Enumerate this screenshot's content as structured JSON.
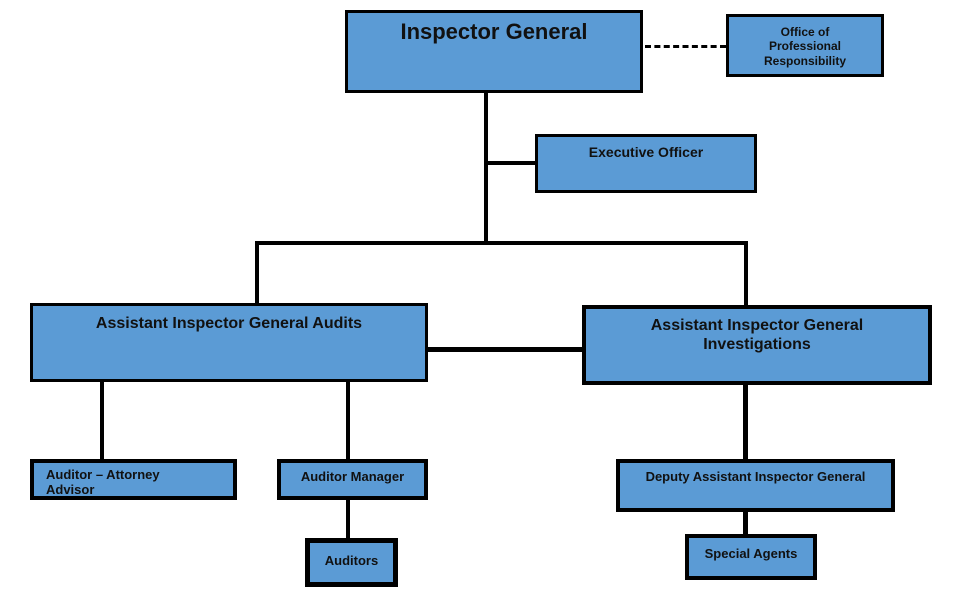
{
  "diagram": {
    "type": "org-chart",
    "colors": {
      "box_fill": "#5b9bd5",
      "box_border": "#000000",
      "connector": "#000000",
      "background": "#ffffff",
      "text": "#111111"
    },
    "nodes": {
      "inspector_general": {
        "label": "Inspector General"
      },
      "office_professional_responsibility": {
        "label": "Office of\nProfessional\nResponsibility"
      },
      "executive_officer": {
        "label": "Executive Officer"
      },
      "aig_audits": {
        "label": "Assistant Inspector General Audits"
      },
      "aig_investigations": {
        "label": "Assistant Inspector General\nInvestigations"
      },
      "auditor_attorney_advisor": {
        "label": "Auditor – Attorney\nAdvisor"
      },
      "auditor_manager": {
        "label": "Auditor Manager"
      },
      "auditors": {
        "label": "Auditors"
      },
      "deputy_aig": {
        "label": "Deputy Assistant Inspector General"
      },
      "special_agents": {
        "label": "Special Agents"
      }
    },
    "edges": [
      {
        "from": "inspector_general",
        "to": "office_professional_responsibility",
        "style": "dashed"
      },
      {
        "from": "inspector_general",
        "to": "executive_officer",
        "style": "solid"
      },
      {
        "from": "inspector_general",
        "to": "aig_audits",
        "style": "solid"
      },
      {
        "from": "inspector_general",
        "to": "aig_investigations",
        "style": "solid"
      },
      {
        "from": "aig_audits",
        "to": "aig_investigations",
        "style": "solid"
      },
      {
        "from": "aig_audits",
        "to": "auditor_attorney_advisor",
        "style": "solid"
      },
      {
        "from": "aig_audits",
        "to": "auditor_manager",
        "style": "solid"
      },
      {
        "from": "auditor_manager",
        "to": "auditors",
        "style": "solid"
      },
      {
        "from": "aig_investigations",
        "to": "deputy_aig",
        "style": "solid"
      },
      {
        "from": "deputy_aig",
        "to": "special_agents",
        "style": "solid"
      }
    ]
  }
}
